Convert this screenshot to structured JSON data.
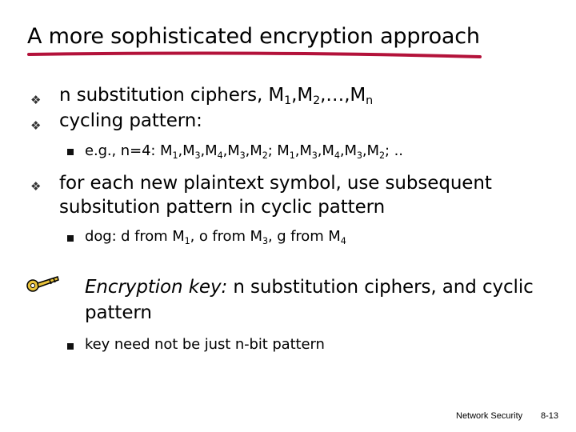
{
  "slide": {
    "title": "A more sophisticated encryption approach",
    "bullet_symbol": "❖",
    "bullets": {
      "b1": {
        "a": "n substitution ciphers, M",
        "s1": "1",
        "b": ",M",
        "s2": "2",
        "c": ",…,M",
        "s3": "n"
      },
      "b2": {
        "text": "cycling pattern:"
      },
      "b2_sub": {
        "p0": "e.g., n=4: M",
        "s1": "1",
        "p1": ",M",
        "s2": "3",
        "p2": ",M",
        "s3": "4",
        "p3": ",M",
        "s4": "3",
        "p4": ",M",
        "s5": "2",
        "p5": ";   M",
        "s6": "1",
        "p6": ",M",
        "s7": "3",
        "p7": ",M",
        "s8": "4",
        "p8": ",M",
        "s9": "3",
        "p9": ",M",
        "s10": "2",
        "p10": "; .."
      },
      "b3": {
        "text": "for each new plaintext symbol, use subsequent subsitution pattern in cyclic pattern"
      },
      "b3_sub": {
        "a": "dog: d from M",
        "s1": "1",
        "b": ", o from M",
        "s2": "3",
        "c": ", g from M",
        "s3": "4"
      },
      "key": {
        "em": "Encryption key:",
        "rest": " n substitution ciphers, and cyclic",
        "line2": "pattern"
      },
      "key_sub": {
        "text": "key need not be just n-bit pattern"
      }
    },
    "footer": {
      "left": "Network Security",
      "right": "8-13"
    },
    "colors": {
      "underline": "#b3123a",
      "key_gold": "#e8c23a"
    }
  }
}
